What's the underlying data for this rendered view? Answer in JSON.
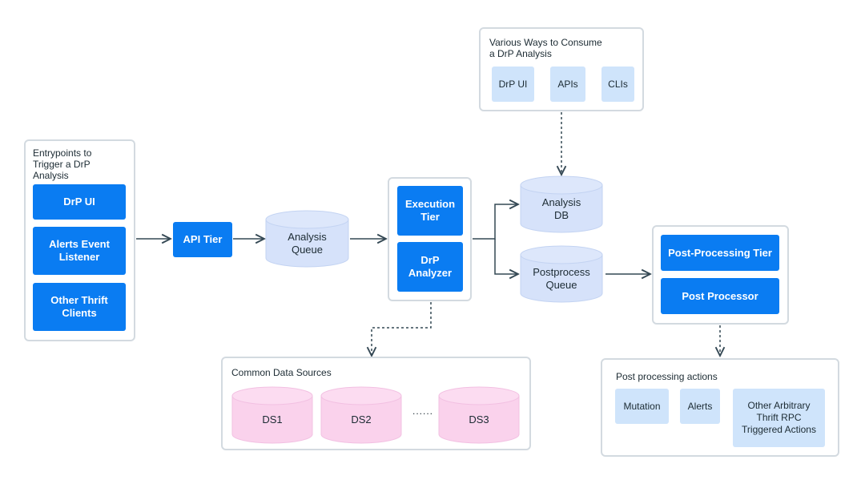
{
  "entrypoints": {
    "title": "Entrypoints to\nTrigger a DrP\nAnalysis",
    "items": [
      "DrP UI",
      "Alerts Event\nListener",
      "Other Thrift\nClients"
    ]
  },
  "api_tier": "API Tier",
  "analysis_queue": "Analysis\nQueue",
  "execution": {
    "tier": "Execution\nTier",
    "analyzer": "DrP\nAnalyzer"
  },
  "consume": {
    "title": "Various Ways to Consume\na DrP Analysis",
    "items": [
      "DrP UI",
      "APIs",
      "CLIs"
    ]
  },
  "analysis_db": "Analysis\nDB",
  "postprocess_queue": "Postprocess\nQueue",
  "post_processing": {
    "tier": "Post-Processing Tier",
    "processor": "Post Processor"
  },
  "data_sources": {
    "title": "Common Data Sources",
    "items": [
      "DS1",
      "DS2",
      "DS3"
    ],
    "ellipsis": "......"
  },
  "post_actions": {
    "title": "Post processing actions",
    "items": [
      "Mutation",
      "Alerts",
      "Other Arbitrary\nThrift RPC\nTriggered Actions"
    ]
  },
  "colors": {
    "primary_blue": "#0a7cf2",
    "light_blue": "#cfe4fb",
    "queue_fill": "#d6e2fa",
    "datasource_fill": "#fad2ec",
    "border_gray": "#d3dae0",
    "line": "#344854"
  }
}
